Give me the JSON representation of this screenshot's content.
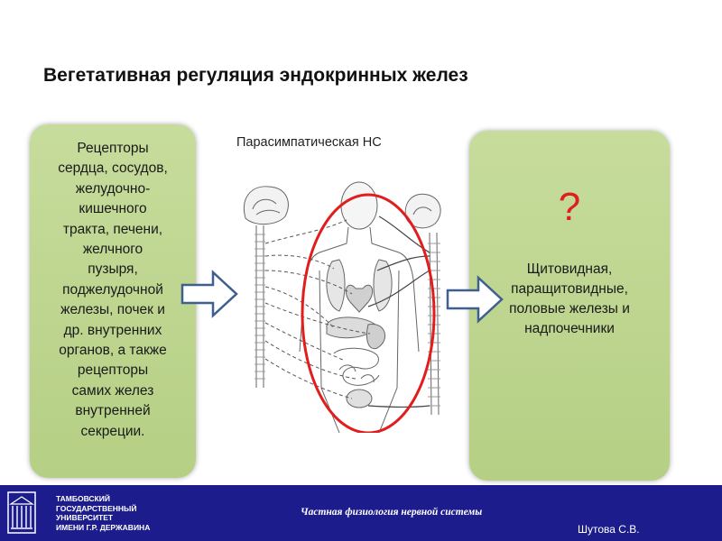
{
  "title": "Вегетативная регуляция эндокринных желез",
  "left_box": {
    "lines": [
      "Рецепторы",
      "сердца, сосудов,",
      "желудочно-",
      "кишечного",
      "тракта, печени,",
      "желчного",
      "пузыря,",
      "поджелудочной",
      "железы, почек и",
      "др. внутренних",
      "органов, а также",
      "рецепторы",
      "самих желез",
      "внутренней",
      "секреции."
    ]
  },
  "diagram": {
    "label": "Парасимпатическая НС"
  },
  "right_box": {
    "question": "?",
    "lines": [
      "Щитовидная,",
      "паращитовидные,",
      "половые железы и",
      "надпочечники"
    ]
  },
  "footer": {
    "university_lines": [
      "ТАМБОВСКИЙ",
      "ГОСУДАРСТВЕННЫЙ",
      "УНИВЕРСИТЕТ",
      "ИМЕНИ Г.Р. ДЕРЖАВИНА"
    ],
    "course": "Частная физиология нервной системы",
    "author": "Шутова С.В."
  },
  "colors": {
    "box_fill": "#bfd692",
    "highlight_ellipse": "#e01e1e",
    "footer_bg": "#1c1c8c"
  }
}
